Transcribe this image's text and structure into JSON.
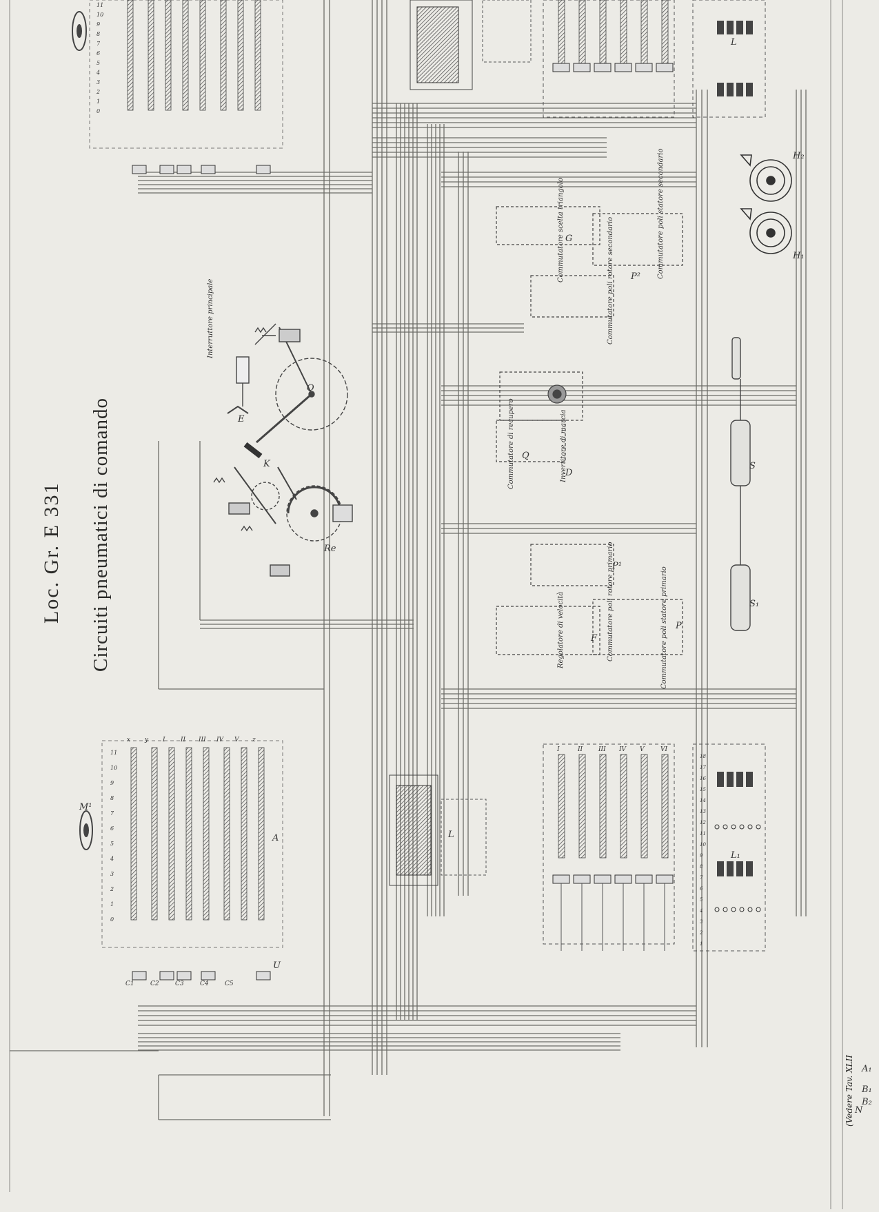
{
  "title": "Loc. Gr. E 331",
  "subtitle": "Circuiti pneumatici di comando",
  "note": "(Vedere Tav. XLII",
  "labels": {
    "interruttore_principale": "Interruttore principale",
    "invertitore_di_marcia": "Invertitore di marcia",
    "commutatore_di_recupero": "Commutatore di recupero",
    "commutatore_scelta_triangolo": "Commutatore scelta triangolo",
    "commutatore_poli_statore_secondario": "Commutatore poli statore secondario",
    "commutatore_poli_rotore_secondario": "Commutatore poli rotore secondario",
    "commutatore_poli_rotore_primario": "Commutatore poli rotore primario",
    "commutatore_poli_statore_primario": "Commutatore poli statore primario",
    "regolatore_di_velocita": "Regolatore di velocità"
  },
  "component_letters": {
    "G": "G",
    "D": "D",
    "Q": "Q",
    "F": "F",
    "E": "E",
    "O": "O",
    "Re": "Re",
    "S": "S",
    "S1": "S₁",
    "H1": "H₁",
    "H2": "H₂",
    "P": "P",
    "P1": "P¹",
    "P2": "P²",
    "L": "L",
    "L1": "L₁",
    "M1": "M¹",
    "A": "A",
    "U": "U",
    "K": "K",
    "N": "N",
    "A1": "A₁",
    "B1": "B₁",
    "B2": "B₂"
  },
  "controller_rows": [
    "x",
    "y",
    "I",
    "II",
    "III",
    "IV",
    "V",
    "z"
  ],
  "controller_positions": [
    "11",
    "10",
    "9",
    "8",
    "7",
    "6",
    "5",
    "4",
    "3",
    "2",
    "1",
    "0"
  ],
  "valve_labels": [
    "C1",
    "C2",
    "C3",
    "C4",
    "C5"
  ],
  "contactor_rows": [
    "I",
    "II",
    "III",
    "IV",
    "V",
    "VI"
  ],
  "relay_numbers": [
    "18",
    "17",
    "16",
    "15",
    "14",
    "13",
    "12",
    "11",
    "10",
    "9",
    "8",
    "7",
    "6",
    "5",
    "4",
    "3",
    "2",
    "1"
  ],
  "colors": {
    "paper": "#ecebe6",
    "ink": "#4a4a46",
    "pipe": "#6d6d68",
    "hatch": "#555550"
  }
}
